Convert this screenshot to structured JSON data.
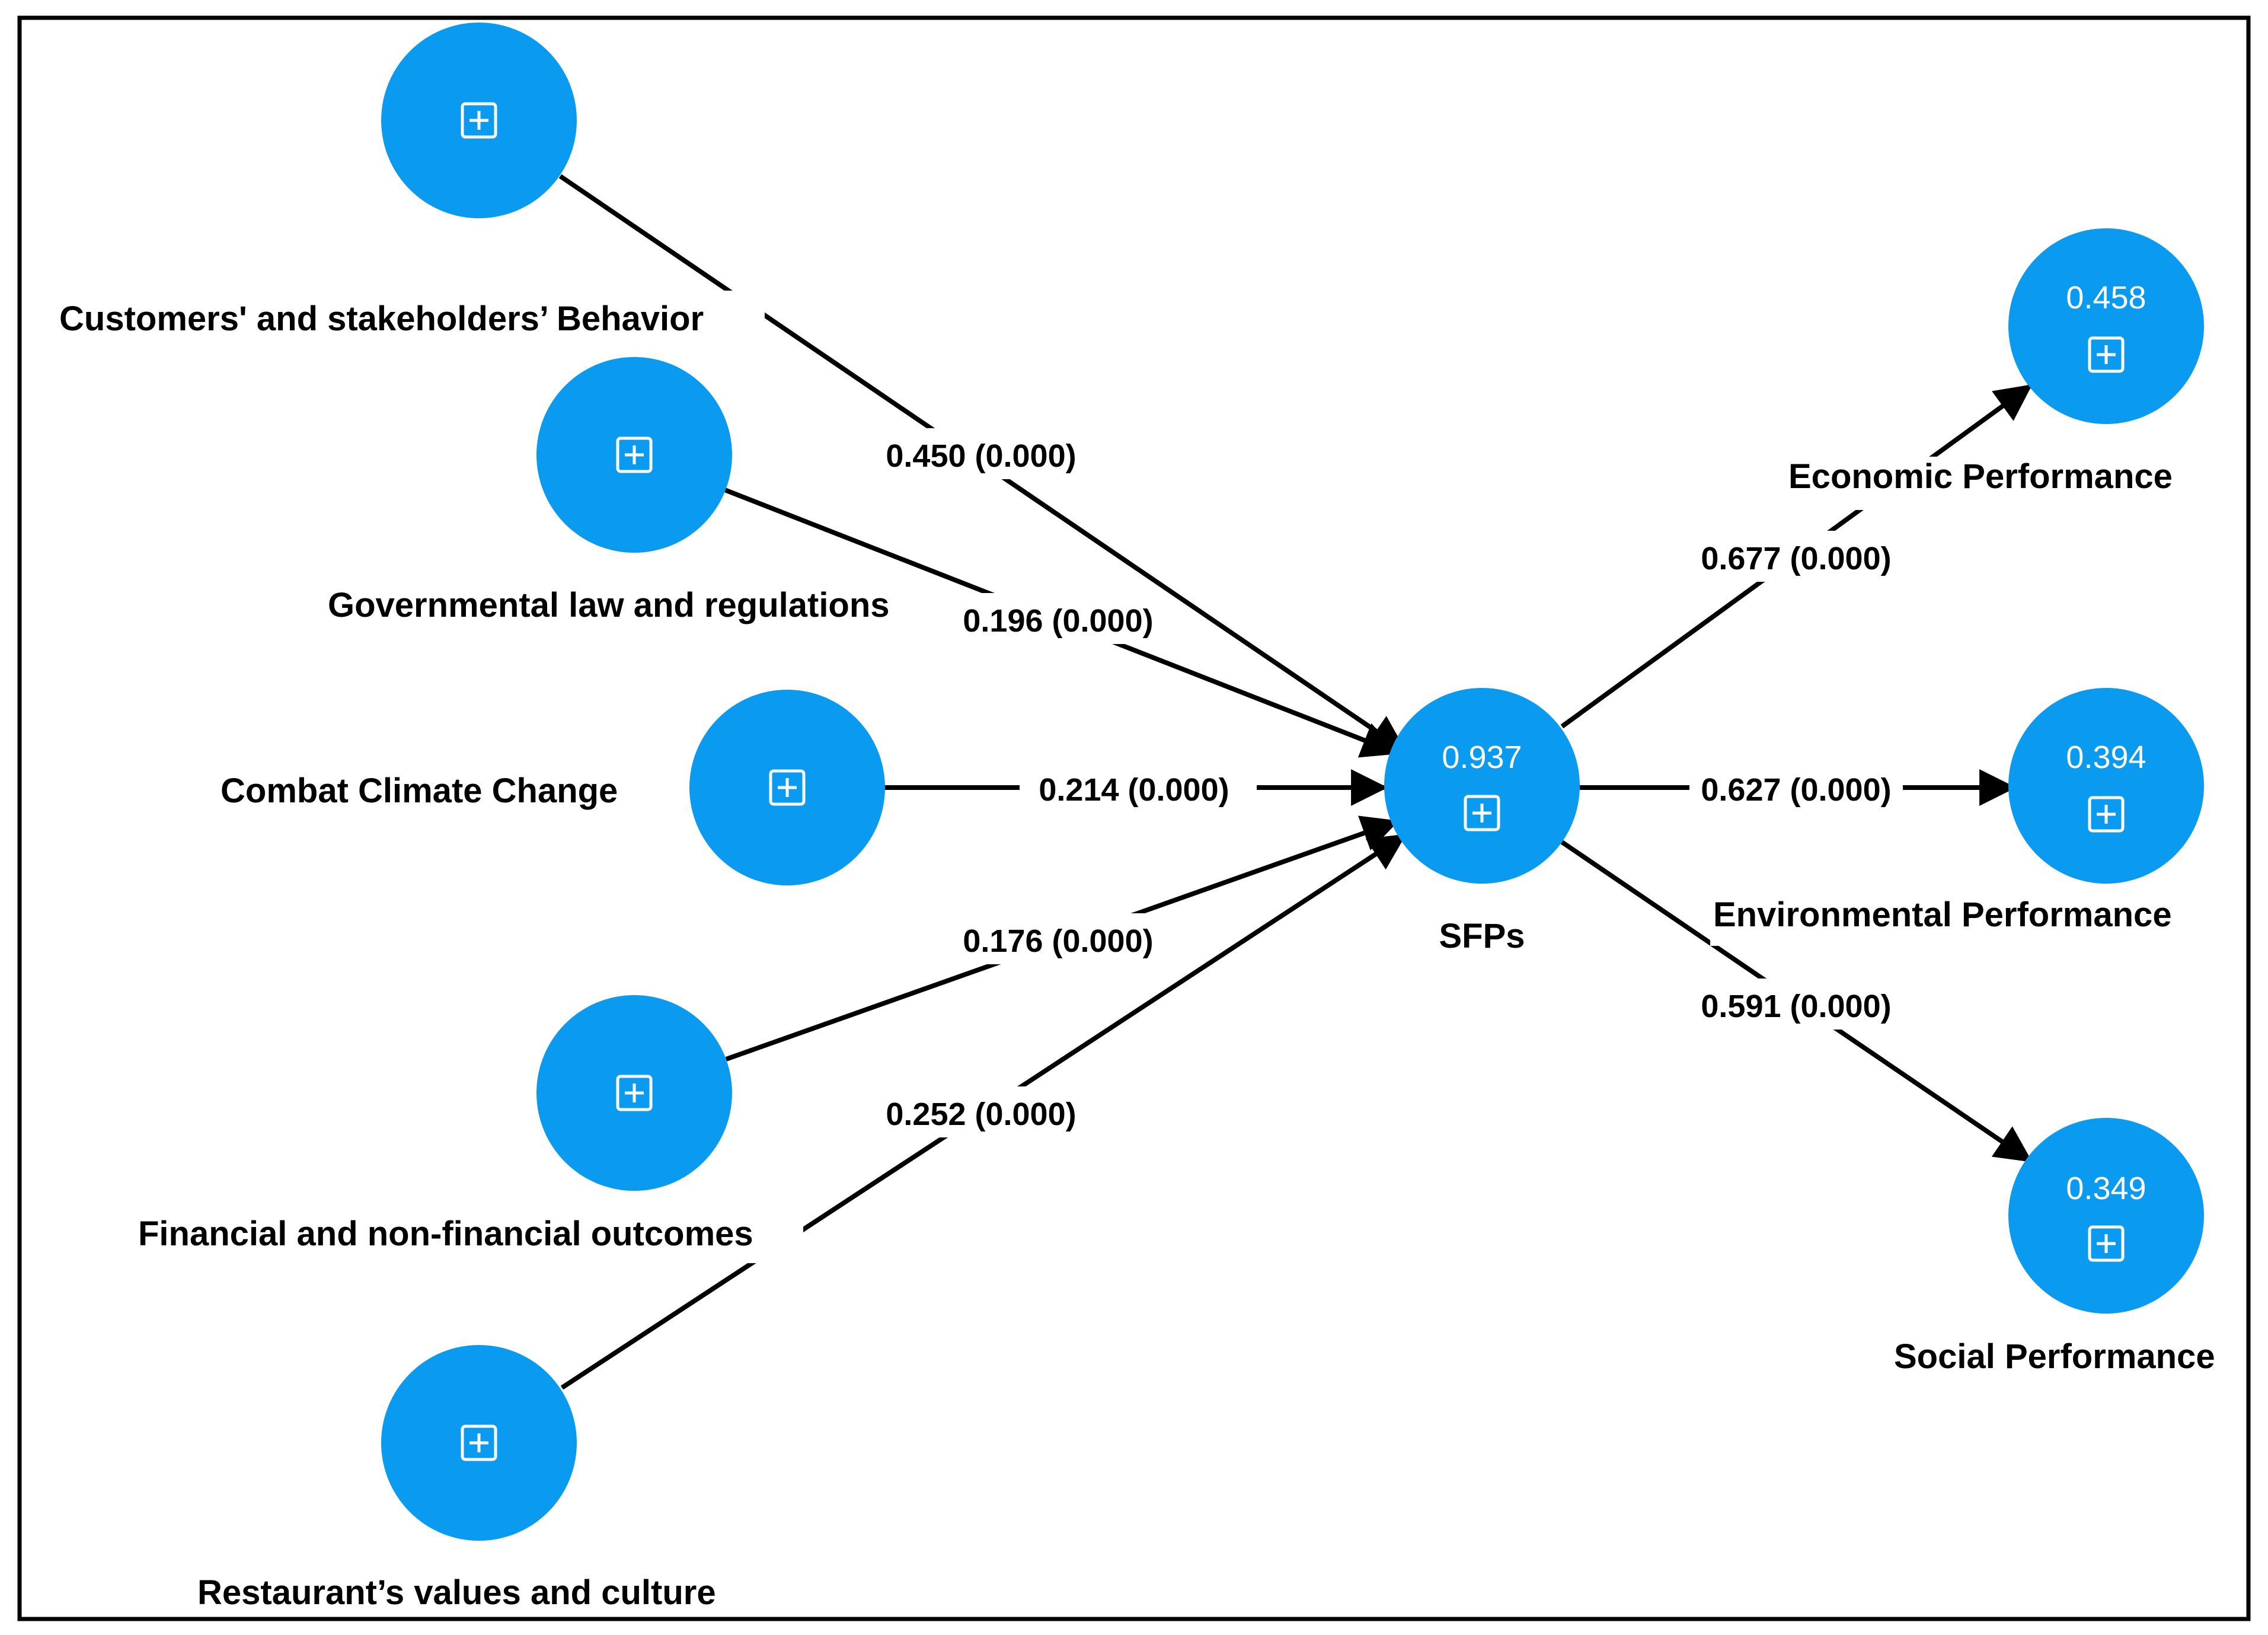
{
  "colors": {
    "node_fill": "#0a9bf0",
    "edge": "#000000",
    "frame": "#000000",
    "icon": "#ffffff"
  },
  "icons": {
    "expand": "plus-square-icon"
  },
  "nodes": {
    "customers": {
      "label": "Customers' and stakeholders’ Behavior"
    },
    "governmental": {
      "label": "Governmental law and regulations"
    },
    "climate": {
      "label": "Combat Climate Change"
    },
    "financial": {
      "label": "Financial and non-financial outcomes"
    },
    "restaurant": {
      "label": "Restaurant’s values and culture"
    },
    "sfps": {
      "label": "SFPs",
      "value": "0.937"
    },
    "economic": {
      "label": "Economic Performance",
      "value": "0.458"
    },
    "environmental": {
      "label": "Environmental Performance",
      "value": "0.394"
    },
    "social": {
      "label": "Social Performance",
      "value": "0.349"
    }
  },
  "paths": {
    "customers_sfps": "0.450 (0.000)",
    "governmental_sfps": "0.196 (0.000)",
    "climate_sfps": "0.214 (0.000)",
    "financial_sfps": "0.176 (0.000)",
    "restaurant_sfps": "0.252 (0.000)",
    "sfps_economic": "0.677 (0.000)",
    "sfps_environmental": "0.627 (0.000)",
    "sfps_social": "0.591 (0.000)"
  }
}
